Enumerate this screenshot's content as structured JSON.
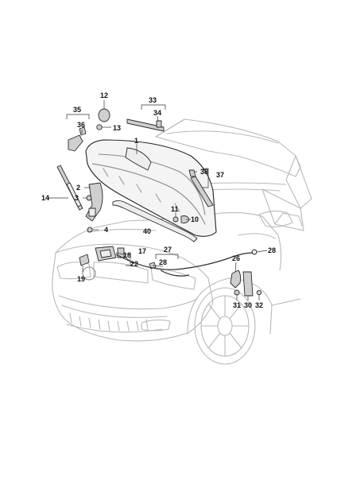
{
  "labels": [
    {
      "id": "1",
      "text": "1"
    },
    {
      "id": "2",
      "text": "2"
    },
    {
      "id": "3",
      "text": "3"
    },
    {
      "id": "4",
      "text": "4"
    },
    {
      "id": "10",
      "text": "10"
    },
    {
      "id": "11",
      "text": "11"
    },
    {
      "id": "12",
      "text": "12"
    },
    {
      "id": "13",
      "text": "13"
    },
    {
      "id": "14",
      "text": "14"
    },
    {
      "id": "17",
      "text": "17"
    },
    {
      "id": "18",
      "text": "18"
    },
    {
      "id": "19",
      "text": "19"
    },
    {
      "id": "22",
      "text": "22"
    },
    {
      "id": "26",
      "text": "26"
    },
    {
      "id": "27",
      "text": "27"
    },
    {
      "id": "28a",
      "text": "28"
    },
    {
      "id": "28b",
      "text": "28"
    },
    {
      "id": "30",
      "text": "30"
    },
    {
      "id": "31",
      "text": "31"
    },
    {
      "id": "32",
      "text": "32"
    },
    {
      "id": "33",
      "text": "33"
    },
    {
      "id": "34",
      "text": "34"
    },
    {
      "id": "35",
      "text": "35"
    },
    {
      "id": "36",
      "text": "36"
    },
    {
      "id": "37",
      "text": "37"
    },
    {
      "id": "38",
      "text": "38"
    },
    {
      "id": "40",
      "text": "40"
    }
  ]
}
